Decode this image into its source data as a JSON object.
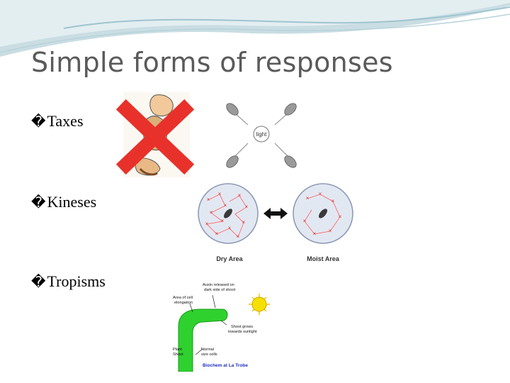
{
  "slide": {
    "title": "Simple forms of responses",
    "bullets": [
      {
        "marker": "�",
        "text": "Taxes"
      },
      {
        "marker": "�",
        "text": "Kineses"
      },
      {
        "marker": "�",
        "text": "Tropisms"
      }
    ]
  },
  "figures": {
    "taxes": {
      "crossed_icon": "thumbs-up-cross-icon",
      "diagram_center_label": "light",
      "cross_color": "#e8312b"
    },
    "kineses": {
      "left_label": "Dry Area",
      "right_label": "Moist Area",
      "arrow_icon": "double-arrow-icon"
    },
    "tropisms": {
      "label_auxin": "Auxin released on dark side of shoot",
      "label_elong_1": "Area of cell",
      "label_elong_2": "elongation",
      "label_grow_1": "Shoot grows",
      "label_grow_2": "towards sunlight",
      "label_plant_1": "Plant",
      "label_plant_2": "Shoot",
      "label_normal_1": "Normal",
      "label_normal_2": "size cells",
      "credit": "Biochem at La Trobe",
      "shoot_color": "#2fd12f",
      "sun_color": "#f7e000"
    }
  }
}
